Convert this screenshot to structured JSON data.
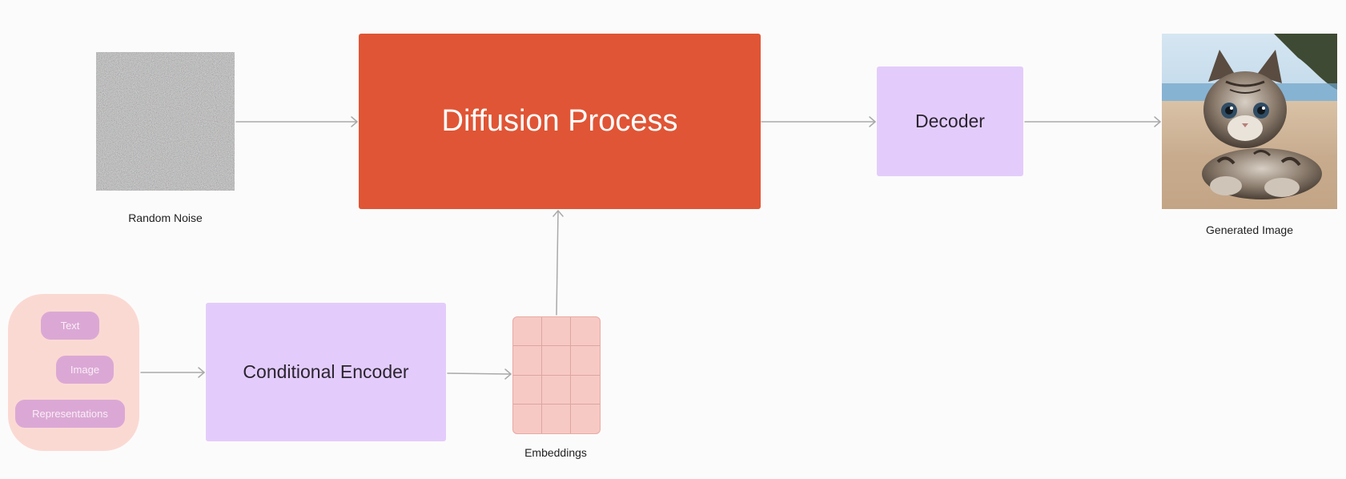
{
  "diagram": {
    "nodes": {
      "random_noise": {
        "caption": "Random Noise"
      },
      "diffusion_process": {
        "label": "Diffusion Process",
        "color": "#e05535"
      },
      "decoder": {
        "label": "Decoder",
        "color": "#e3ccfb"
      },
      "generated_image": {
        "caption": "Generated Image"
      },
      "conditional_encoder": {
        "label": "Conditional Encoder",
        "color": "#e3ccfb"
      },
      "embeddings": {
        "caption": "Embeddings",
        "color": "#f7c9c4"
      },
      "inputs": {
        "color": "#fbd9d3",
        "items": [
          "Text",
          "Image",
          "Representations"
        ]
      }
    },
    "edges": [
      {
        "from": "random_noise",
        "to": "diffusion_process"
      },
      {
        "from": "diffusion_process",
        "to": "decoder"
      },
      {
        "from": "decoder",
        "to": "generated_image"
      },
      {
        "from": "inputs",
        "to": "conditional_encoder"
      },
      {
        "from": "conditional_encoder",
        "to": "embeddings"
      },
      {
        "from": "embeddings",
        "to": "diffusion_process"
      }
    ],
    "edge_color": "#a9a9a9"
  }
}
